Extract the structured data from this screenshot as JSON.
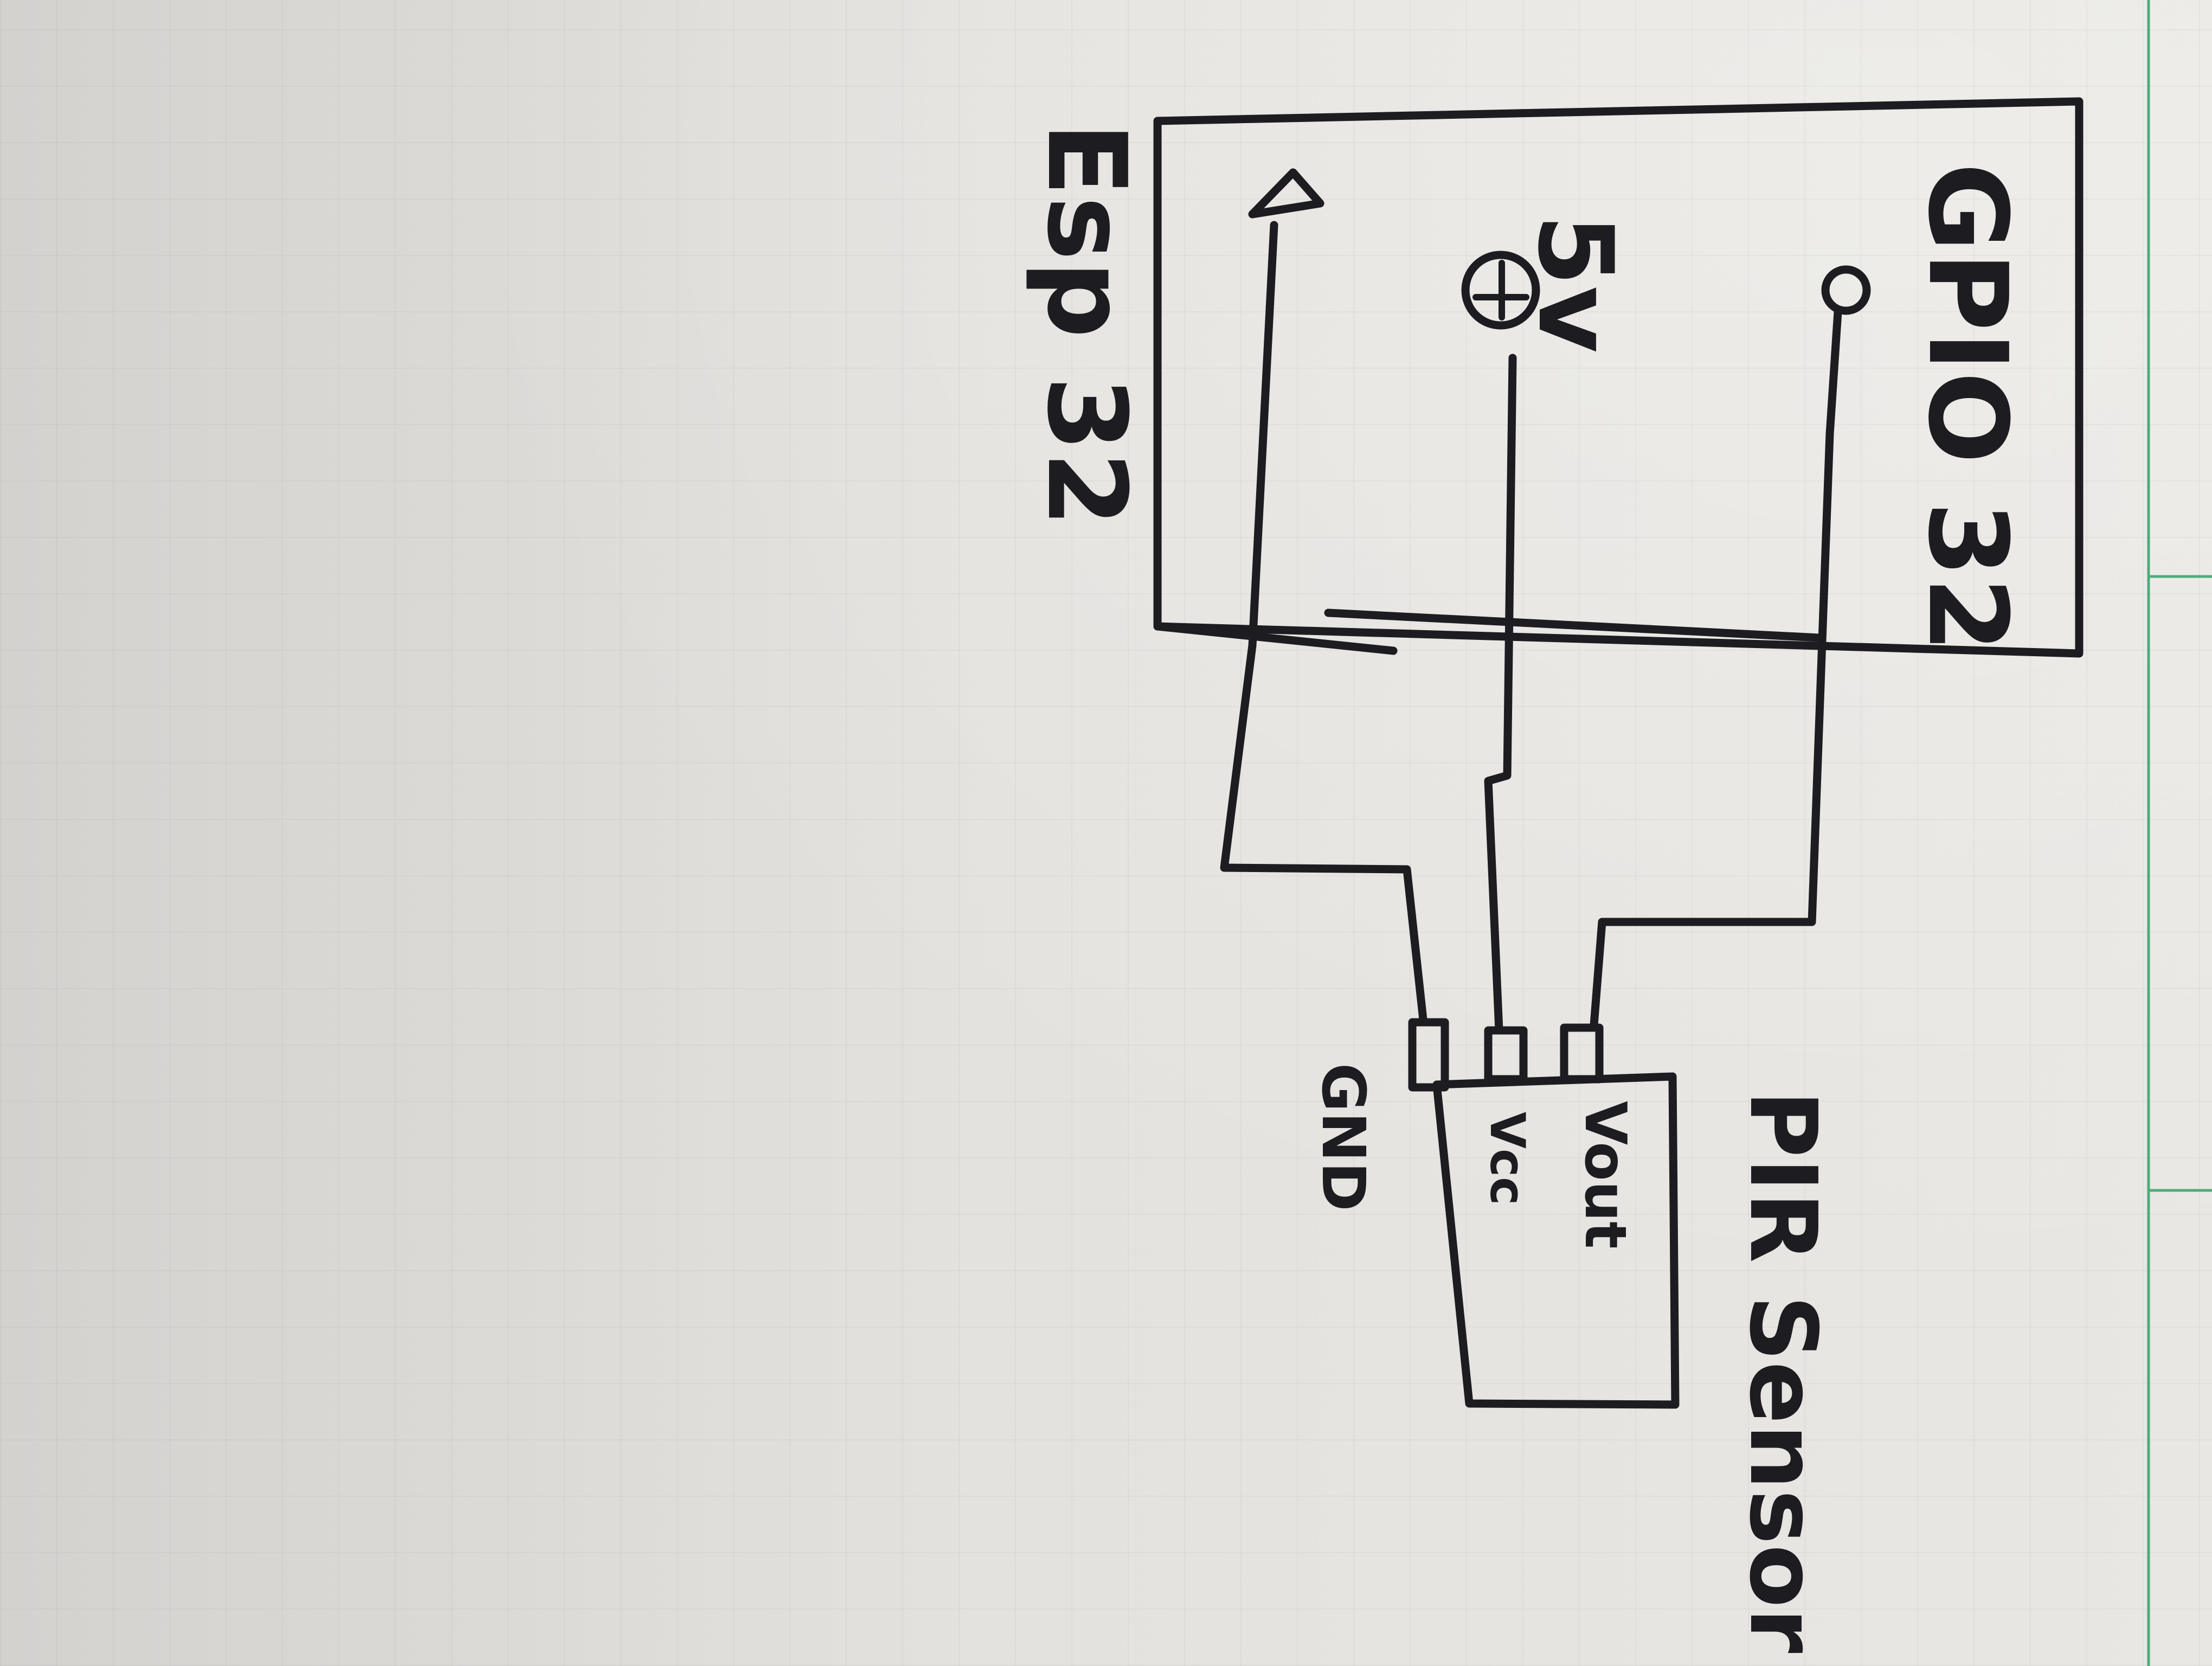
{
  "diagram": {
    "esp32": {
      "name": "Esp 32"
    },
    "pins": {
      "gpio": "GPIO 32",
      "power": "5v",
      "power_symbol": "+"
    },
    "pir_sensor": {
      "name": "PIR Sensor",
      "pins": {
        "vout": "Vout",
        "vcc": "Vcc",
        "gnd": "GND"
      }
    },
    "icons": {
      "ground": "ground-triangle-icon",
      "power": "power-source-icon",
      "terminal": "terminal-circle-icon"
    },
    "colors": {
      "ink": "#1d1c21",
      "paper": "#e4e2de",
      "margin_line": "#4dab7c"
    }
  }
}
